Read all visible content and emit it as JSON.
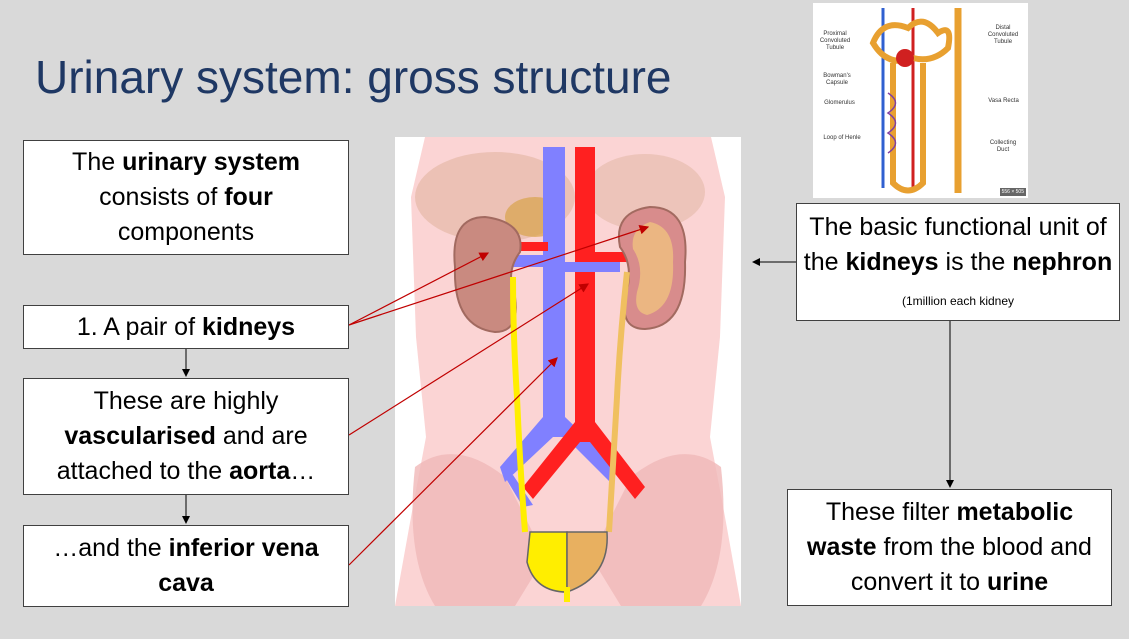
{
  "slide": {
    "title": "Urinary system: gross structure"
  },
  "box1": {
    "t1": "The ",
    "b1": "urinary system",
    "t2": " consists of ",
    "b2": "four",
    "t3": " components"
  },
  "box2": {
    "t1": "1. A pair of ",
    "b1": "kidneys"
  },
  "box3": {
    "t1": "These are highly ",
    "b1": "vascularised",
    "t2": " and are attached to the ",
    "b2": "aorta",
    "t3": "…"
  },
  "box4": {
    "t1": "…and the ",
    "b1": "inferior vena cava"
  },
  "box5": {
    "t1": "The basic functional unit of the ",
    "b1": "kidneys",
    "t2": " is the ",
    "b2": "nephron",
    "small": " (1million each kidney"
  },
  "box6": {
    "t1": "These filter ",
    "b1": "metabolic waste",
    "t2": " from the blood and convert it to ",
    "b2": "urine"
  },
  "nephron_diagram": {
    "labels": {
      "pct": "Proximal\nConvoluted\nTubule",
      "dct": "Distal\nConvoluted\nTubule",
      "bowman": "Bowman's\nCapsule",
      "glomerulus": "Glomerulus",
      "vasa": "Vasa Recta",
      "loop": "Loop of Henle",
      "collecting": "Collecting\nDuct"
    },
    "size_badge": "556 × 505"
  },
  "colors": {
    "title": "#1f3864",
    "arrow_red": "#c00000",
    "artery": "#ff2a2a",
    "vein": "#7b7bff",
    "ureter": "#ffee00",
    "kidney": "#c98a80"
  }
}
